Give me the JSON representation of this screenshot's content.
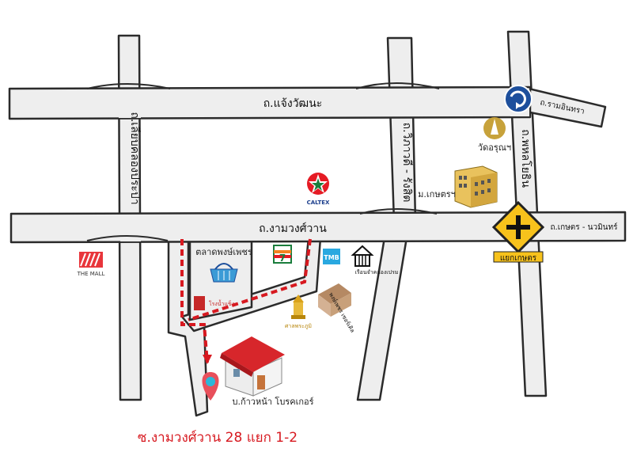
{
  "roads": {
    "top": "ถ.แจ้งวัฒนะ",
    "middle": "ถ.งามวงศ์วาน",
    "left": "ถ.เลียบคลองประปา",
    "vibhavadi": "ถ.วิภาวดี - รังสิต",
    "phahonyothin": "ถ.พหลโยธิน",
    "ramintra": "ถ.รามอินทรา",
    "kaset_nawamin": "ถ.เกษตร - นวมินทร์"
  },
  "places": {
    "the_mall": "THE MALL",
    "caltex": "CALTEX",
    "market": "ตลาดพงษ์เพชร",
    "seven_eleven": "7",
    "tmb": "TMB",
    "klong_prem": "เรือนจำคลองเปรม",
    "ice_factory": "โรงน้ำแข็ง",
    "shrine": "ศาลพระภูมิ",
    "condo": "พงษ์เพชร เซอร์เคิล",
    "temple": "วัดอรุณฯ",
    "kasetsart": "ม.เกษตรฯ",
    "intersection": "แยกเกษตร",
    "destination": "บ.ก้าวหน้า โบรคเกอร์"
  },
  "caption": "ซ.งามวงศ์วาน 28 แยก 1-2",
  "colors": {
    "road_fill": "#eeeeee",
    "road_stroke": "#2b2b2b",
    "route": "#d71920",
    "sign_yellow": "#f7c21c",
    "roundabout": "#1d4f9c",
    "pin": "#e8505b"
  }
}
